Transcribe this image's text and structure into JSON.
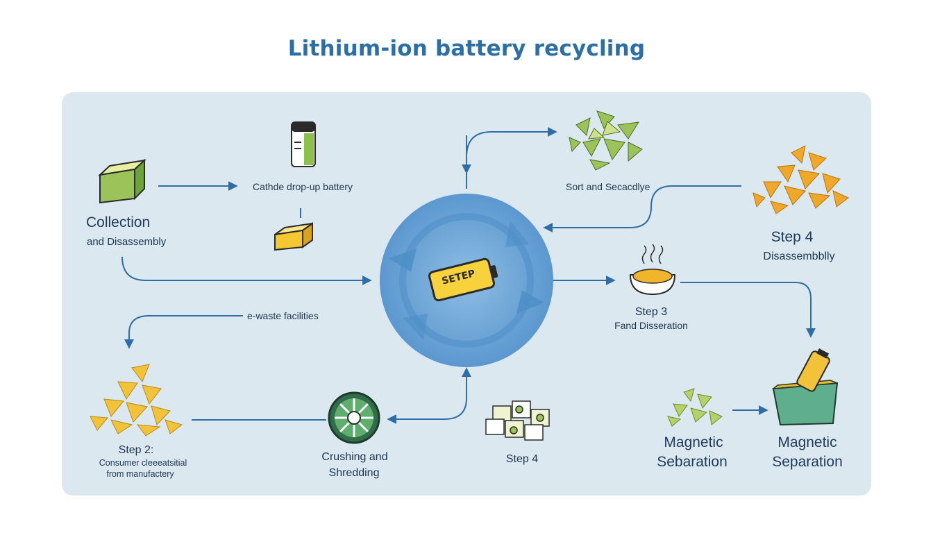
{
  "title": "Lithium-ion battery recycling",
  "center_label": "SETEP",
  "labels": {
    "collection": "Collection",
    "collection_sub": "and Disassembly",
    "cathode": "Cathde drop-up battery",
    "sort": "Sort and Secacdlye",
    "step4_top": "Step 4",
    "step4_top_sub": "Disassembblly",
    "step3": "Step 3",
    "step3_sub": "Fand Disseration",
    "ewaste": "e-waste facilities",
    "step2": "Step 2:",
    "step2_sub1": "Consumer cleeeatsitial",
    "step2_sub2": "from manufactery",
    "crushing1": "Crushing and",
    "crushing2": "Shredding",
    "step4_bottom": "Step 4",
    "magnetic1_line1": "Magnetic",
    "magnetic1_line2": "Sebaration",
    "magnetic2_line1": "Magnetic",
    "magnetic2_line2": "Separation"
  },
  "colors": {
    "title": "#2b6fa6",
    "panel": "#dbe8ef",
    "arrow": "#2d6ea8",
    "circle": "#6fa8d8",
    "gold": "#f0b52a",
    "green": "#9cc25a"
  }
}
